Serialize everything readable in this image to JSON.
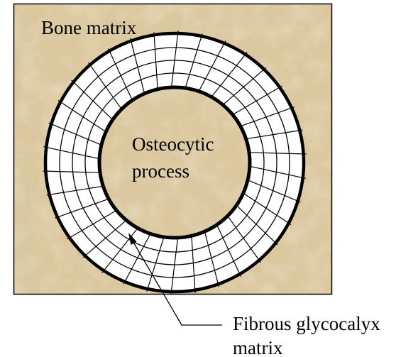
{
  "labels": {
    "bone_matrix": "Bone matrix",
    "process_line1": "Osteocytic",
    "process_line2": "process",
    "glycocalyx_line1": "Fibrous glycocalyx",
    "glycocalyx_line2": "matrix"
  },
  "colors": {
    "background_texture": "#ddc9a0",
    "outline": "#000000",
    "annulus_fill": "#ffffff",
    "page_background": "#ffffff"
  }
}
